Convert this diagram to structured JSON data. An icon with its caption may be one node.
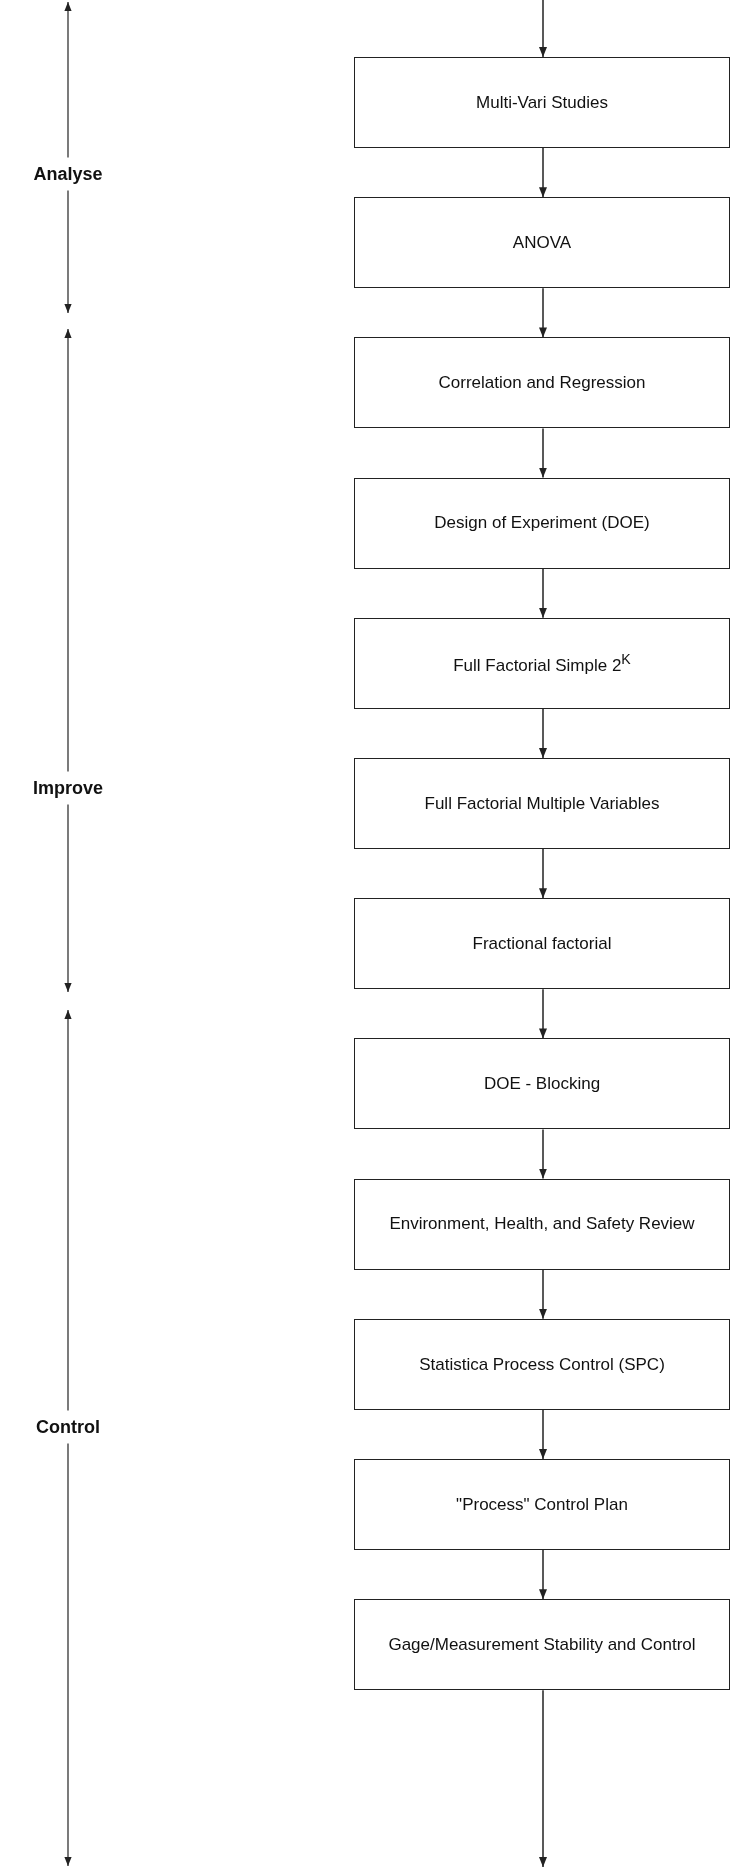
{
  "diagram": {
    "nodes": [
      {
        "text": [
          "Multi-Vari Studies"
        ]
      },
      {
        "text": [
          "ANOVA"
        ]
      },
      {
        "text": [
          "Correlation and Regression"
        ]
      },
      {
        "text": [
          "Design of Experiment (DOE)"
        ]
      },
      {
        "text": [
          "Full Factorial Simple 2$^{K}$"
        ]
      },
      {
        "text": [
          "Full Factorial Multiple Variables"
        ]
      },
      {
        "text": [
          "Fractional factorial"
        ]
      },
      {
        "text": [
          "DOE - Blocking"
        ]
      },
      {
        "text": [
          "Environment, Health, and Safety Review"
        ]
      },
      {
        "text": [
          "Statistica Process Control (SPC)"
        ]
      },
      {
        "text": [
          "\"Process\" Control Plan"
        ]
      },
      {
        "text": [
          "Gage/Measurement Stability and Control"
        ]
      }
    ],
    "edges": [
      {
        "from": null,
        "to": 0,
        "arrow": "to"
      },
      {
        "from": 0,
        "to": 1,
        "arrow": "to"
      },
      {
        "from": 1,
        "to": 2,
        "arrow": "to"
      },
      {
        "from": 2,
        "to": 3,
        "arrow": "to"
      },
      {
        "from": 3,
        "to": 4,
        "arrow": "to"
      },
      {
        "from": 4,
        "to": 5,
        "arrow": "to"
      },
      {
        "from": 5,
        "to": 6,
        "arrow": "to"
      },
      {
        "from": 6,
        "to": 7,
        "arrow": "to"
      },
      {
        "from": 7,
        "to": 8,
        "arrow": "to"
      },
      {
        "from": 8,
        "to": 9,
        "arrow": "to"
      },
      {
        "from": 9,
        "to": 10,
        "arrow": "to"
      },
      {
        "from": 10,
        "to": 11,
        "arrow": "to"
      },
      {
        "from": 11,
        "to": null,
        "arrow": "to"
      }
    ],
    "labels": [
      "Analyse",
      "Improve",
      "Control"
    ]
  }
}
